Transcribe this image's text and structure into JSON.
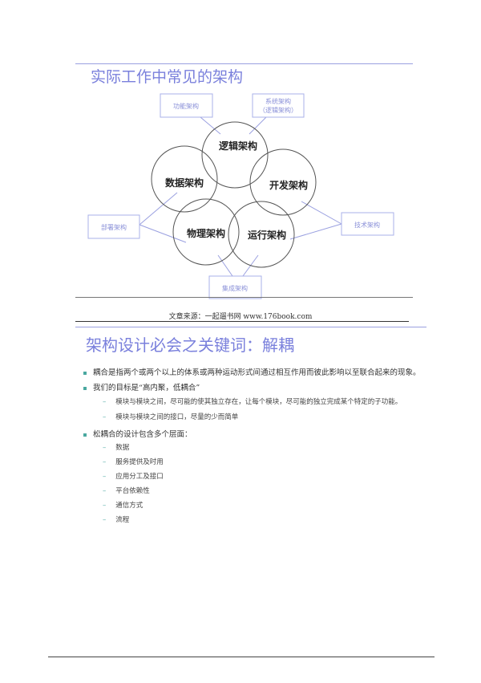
{
  "section1": {
    "title": "实际工作中常见的架构",
    "circles": [
      "逻辑架构",
      "数据架构",
      "开发架构",
      "物理架构",
      "运行架构"
    ],
    "boxes": {
      "functional": "功能架构",
      "system_line1": "系统架构",
      "system_line2": "（逻辑架构）",
      "deployment": "部署架构",
      "technical": "技术架构",
      "integration": "集成架构"
    },
    "source": "文章来源：一起遛书网 www.176book.com"
  },
  "section2": {
    "title": "架构设计必会之关键词：解耦",
    "bullets": [
      {
        "text": "耦合是指两个或两个以上的体系或两种运动形式间通过相互作用而彼此影响以至联合起来的现象。",
        "subs": []
      },
      {
        "text": "我们的目标是“高内聚，低耦合”",
        "subs": [
          "模块与模块之间，尽可能的使其独立存在，让每个模块，尽可能的独立完成某个特定的子功能。",
          "模块与模块之间的接口，尽量的少而简单"
        ]
      },
      {
        "text": "松耦合的设计包含多个层面：",
        "subs": [
          "数据",
          "服务提供及时用",
          "应用分工及接口",
          "平台依赖性",
          "通信方式",
          "流程"
        ]
      }
    ]
  },
  "colors": {
    "accent": "#7a80dc",
    "bullet": "#4aa8a0"
  }
}
